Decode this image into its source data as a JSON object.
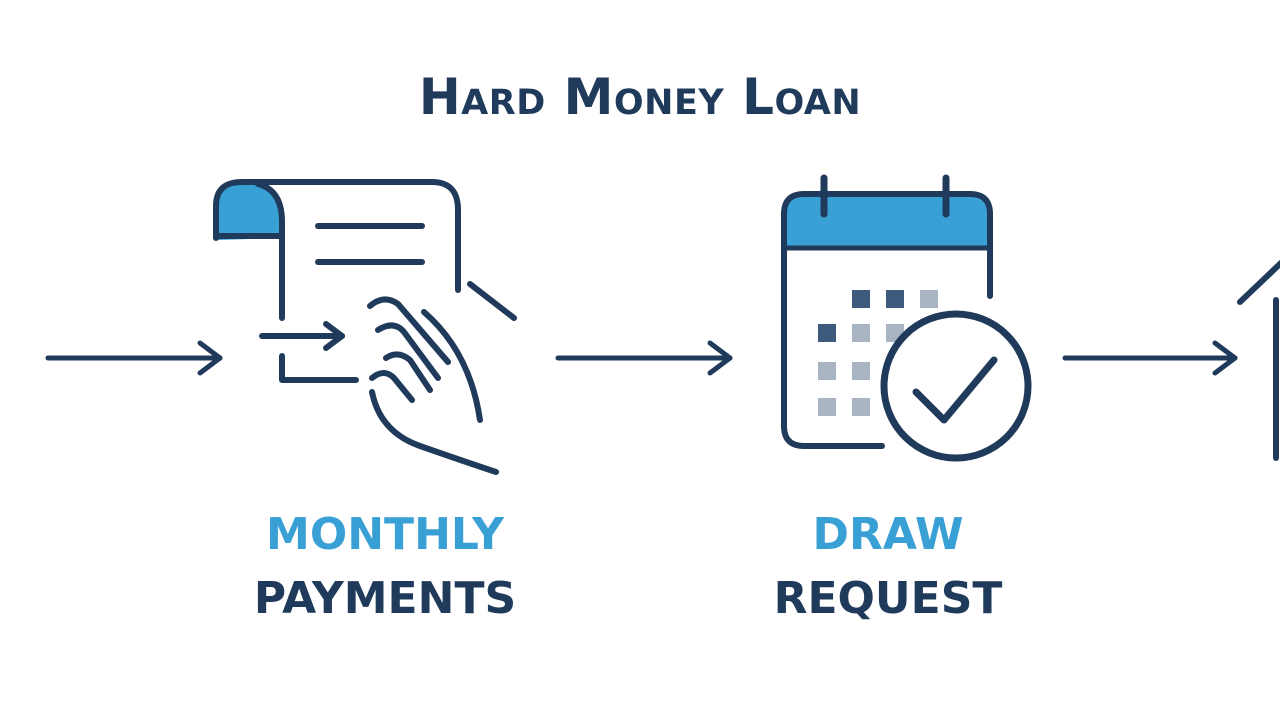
{
  "title": "Hard Money Loan",
  "colors": {
    "navy": "#1f3a5a",
    "accent_blue": "#39a0d6",
    "square_dark": "#3d5a7c",
    "square_light": "#a8b4c2"
  },
  "steps": [
    {
      "icon": "document-hand-icon",
      "label_line1": "MONTHLY",
      "label_line2": "PAYMENTS"
    },
    {
      "icon": "calendar-check-icon",
      "label_line1": "DRAW",
      "label_line2": "REQUEST"
    },
    {
      "icon": "house-icon"
    }
  ]
}
